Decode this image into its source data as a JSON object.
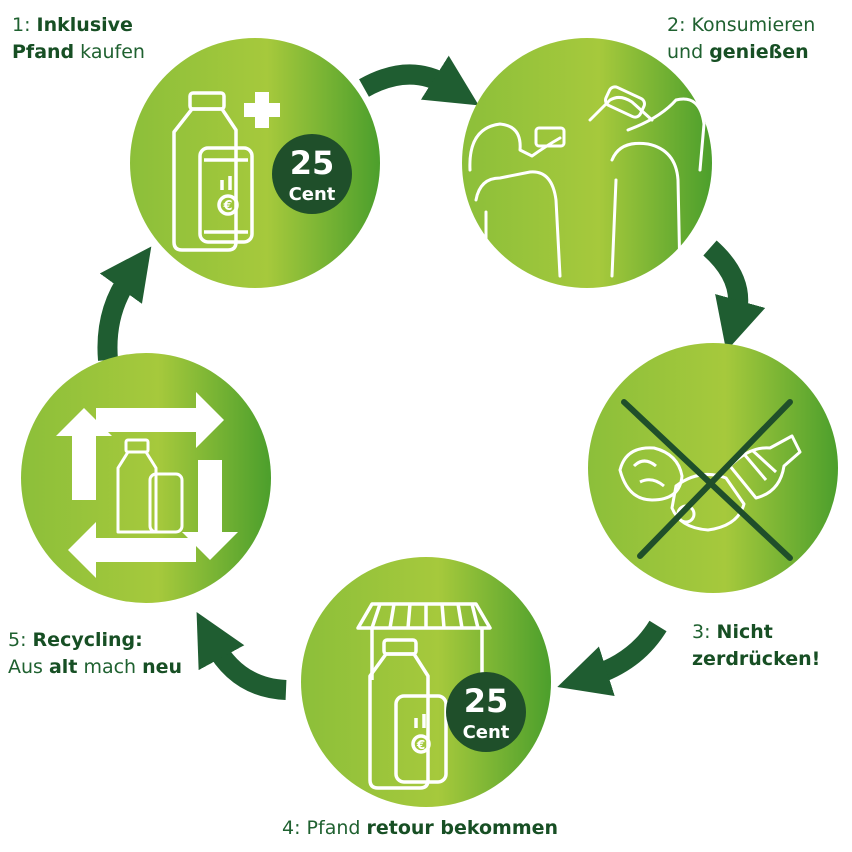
{
  "colors": {
    "circle_light": "#b4d038",
    "circle_mid": "#8fbe36",
    "circle_dark": "#3f9a2c",
    "arrow": "#1f5d31",
    "badge": "#1f4f2a",
    "line": "#ffffff"
  },
  "steps": [
    {
      "num": "1:",
      "bold1": "Inklusive",
      "bold2": "Pfand",
      "rest2": " kaufen",
      "icon": "bottle-can-plus-icon"
    },
    {
      "num": "2:",
      "line1": "Konsumieren",
      "line2a": "und ",
      "bold2": "genießen",
      "icon": "people-drinking-icon"
    },
    {
      "num": "3:",
      "bold1": "Nicht",
      "bold2": "zerdrücken!",
      "icon": "crossed-crushed-bottles-icon"
    },
    {
      "num": "4:",
      "text": "Pfand ",
      "bold": "retour bekommen",
      "icon": "shop-return-icon"
    },
    {
      "num": "5:",
      "bold1": "Recycling:",
      "line2a": "Aus ",
      "bold2a": "alt",
      "line2b": " mach ",
      "bold2b": "neu",
      "icon": "recycle-arrows-icon"
    }
  ],
  "badge": {
    "number": "25",
    "unit": "Cent"
  },
  "deposit_symbol": "€"
}
